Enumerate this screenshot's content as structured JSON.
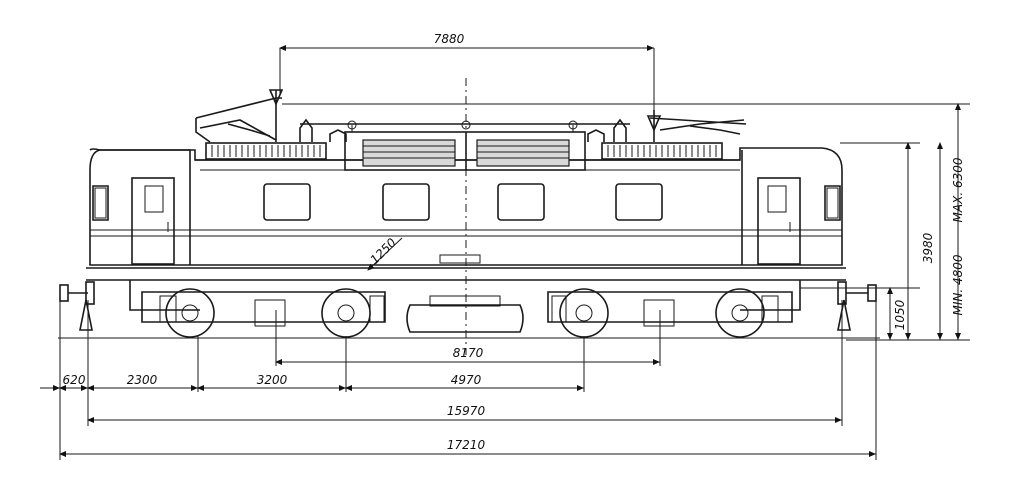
{
  "dimensions": {
    "pantograph_spacing": "7880",
    "max_height": "MAX. 6300",
    "min_height": "MIN. 4800",
    "roof_height": "3980",
    "coupler_height": "1050",
    "wheel_diameter": "1250",
    "inner_bogie_pivot": "8170",
    "buffer_overhang": "620",
    "buffer_to_axle": "2300",
    "axle_spacing": "3200",
    "bogie_center": "4970",
    "length_over_body": "15970",
    "length_over_buffers": "17210"
  }
}
